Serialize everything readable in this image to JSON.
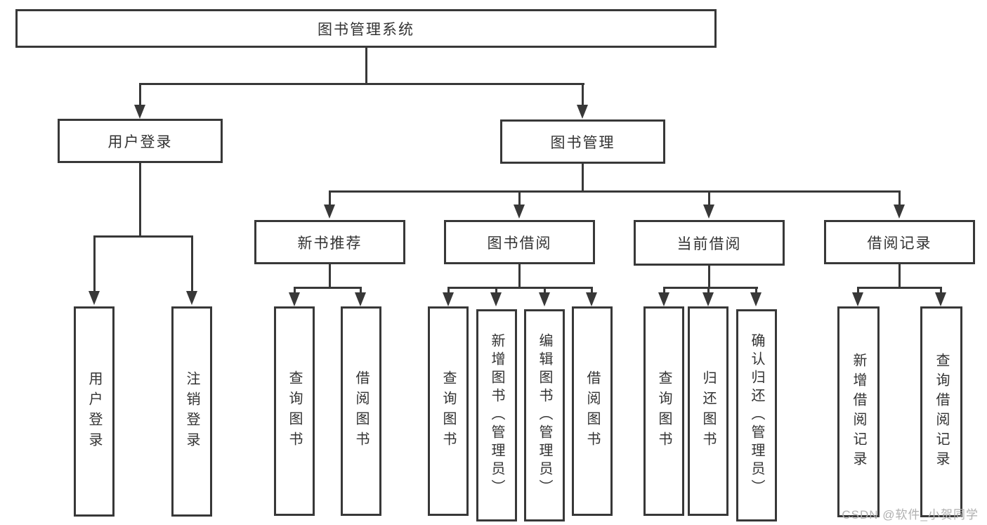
{
  "diagram": {
    "title": "图书管理系统",
    "tree": {
      "label": "图书管理系统",
      "children": [
        {
          "label": "用户登录",
          "children": [
            {
              "label": "用户登录"
            },
            {
              "label": "注销登录"
            }
          ]
        },
        {
          "label": "图书管理",
          "children": [
            {
              "label": "新书推荐",
              "children": [
                {
                  "label": "查询图书"
                },
                {
                  "label": "借阅图书"
                }
              ]
            },
            {
              "label": "图书借阅",
              "children": [
                {
                  "label": "查询图书"
                },
                {
                  "label": "新增图书（管理员）"
                },
                {
                  "label": "编辑图书（管理员）"
                },
                {
                  "label": "借阅图书"
                }
              ]
            },
            {
              "label": "当前借阅",
              "children": [
                {
                  "label": "查询图书"
                },
                {
                  "label": "归还图书"
                },
                {
                  "label": "确认归还（管理员）"
                }
              ]
            },
            {
              "label": "借阅记录",
              "children": [
                {
                  "label": "新增借阅记录"
                },
                {
                  "label": "查询借阅记录"
                }
              ]
            }
          ]
        }
      ]
    },
    "watermark": "CSDN @软件_小贺同学",
    "colors": {
      "line": "#383838",
      "text": "#333333",
      "box_background": "#ffffff",
      "page_background": "#ffffff",
      "watermark": "#b0b0b0"
    }
  }
}
